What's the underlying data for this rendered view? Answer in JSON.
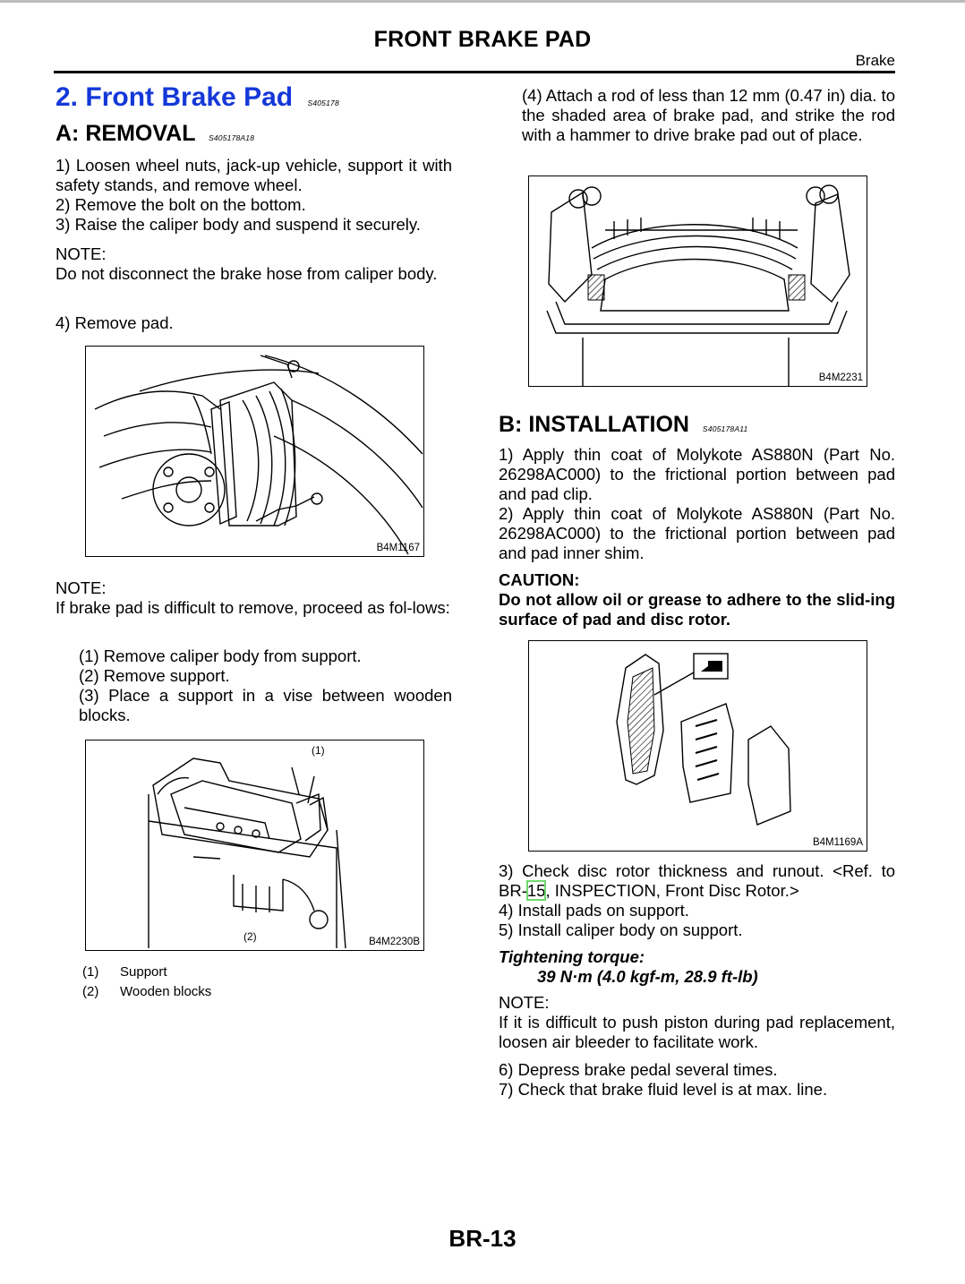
{
  "header": {
    "title": "FRONT BRAKE PAD",
    "section": "Brake"
  },
  "left": {
    "heading": {
      "number": "2.",
      "title": "Front Brake Pad",
      "code": "S405178"
    },
    "removal": {
      "label": "A:",
      "title": "REMOVAL",
      "code": "S405178A18",
      "steps": [
        "1) Loosen wheel nuts, jack-up vehicle, support it with safety stands, and remove wheel.",
        "2) Remove the bolt on the bottom.",
        "3) Raise the caliper body and suspend it securely."
      ],
      "note1_label": "NOTE:",
      "note1_text": "Do not disconnect the brake hose from caliper body.",
      "step4": "4) Remove pad.",
      "figure1_code": "B4M1167",
      "note2_label": "NOTE:",
      "note2_text": "If brake pad is difficult to remove, proceed as fol-lows:",
      "substeps": [
        "(1) Remove caliper body from support.",
        "(2) Remove support.",
        "(3) Place a support in a vise between wooden blocks."
      ],
      "figure2_code": "B4M2230B",
      "figure2_callouts": [
        "(1)",
        "(2)"
      ],
      "legend": [
        {
          "num": "(1)",
          "text": "Support"
        },
        {
          "num": "(2)",
          "text": "Wooden blocks"
        }
      ]
    }
  },
  "right": {
    "substep4": "(4) Attach a rod of less than 12 mm (0.47 in) dia. to the shaded area of brake pad, and strike the rod with a hammer to drive brake pad out of place.",
    "figure3_code": "B4M2231",
    "installation": {
      "label": "B:",
      "title": "INSTALLATION",
      "code": "S405178A11",
      "steps": [
        "1) Apply thin coat of Molykote AS880N (Part No. 26298AC000) to the frictional portion between pad and pad clip.",
        "2) Apply thin coat of Molykote AS880N (Part No. 26298AC000) to the frictional portion between pad and pad inner shim."
      ],
      "caution_label": "CAUTION:",
      "caution_text": "Do not allow oil or grease to adhere to the slid-ing surface of pad and disc rotor.",
      "figure4_code": "B4M1169A",
      "step3_pre": "3) Check disc rotor thickness and runout. <Ref. to BR-",
      "step3_link": "15",
      "step3_post": ", INSPECTION, Front Disc Rotor.>",
      "steps_after": [
        "4) Install pads on support.",
        "5) Install caliper body on support."
      ],
      "torque_label": "Tightening torque:",
      "torque_value": "39 N·m (4.0 kgf-m, 28.9 ft-lb)",
      "note_label": "NOTE:",
      "note_text": "If it is difficult to push piston during pad replacement, loosen air bleeder to facilitate work.",
      "steps_final": [
        "6) Depress brake pedal several times.",
        "7) Check that brake fluid level is at max. line."
      ]
    }
  },
  "footer": {
    "page": "BR-13"
  }
}
